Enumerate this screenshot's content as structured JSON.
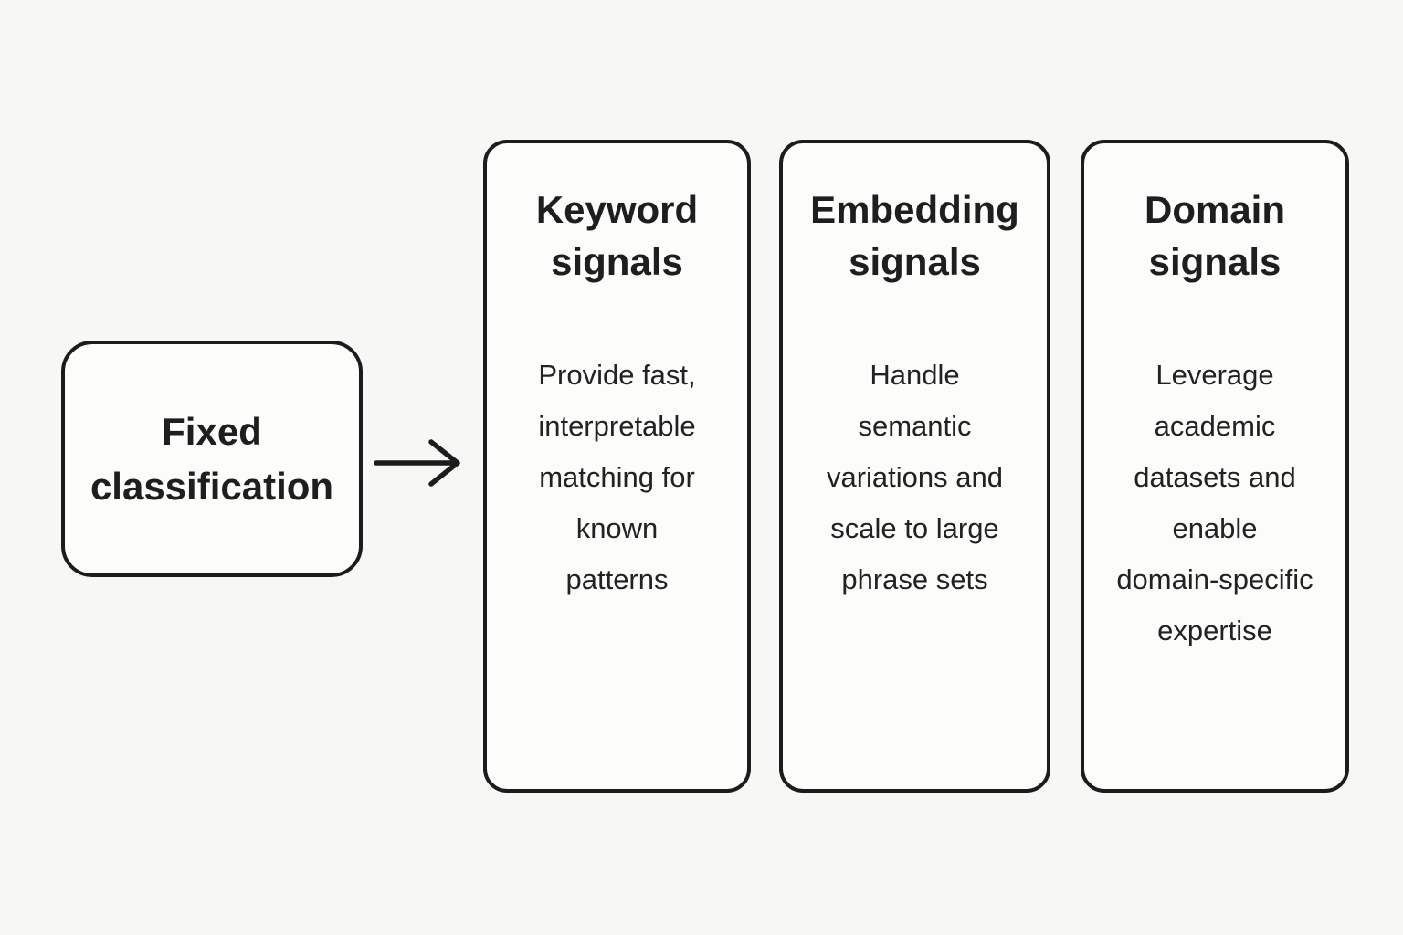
{
  "diagram": {
    "source": {
      "label": [
        "Fixed",
        "classification"
      ]
    },
    "arrow": "right-arrow",
    "cards": [
      {
        "title": [
          "Keyword",
          "signals"
        ],
        "body": [
          "Provide fast,",
          "interpretable",
          "matching for",
          "known",
          "patterns"
        ]
      },
      {
        "title": [
          "Embedding",
          "signals"
        ],
        "body": [
          "Handle",
          "semantic",
          "variations and",
          "scale to large",
          "phrase sets"
        ]
      },
      {
        "title": [
          "Domain",
          "signals"
        ],
        "body": [
          "Leverage",
          "academic",
          "datasets and",
          "enable",
          "domain-specific",
          "expertise"
        ]
      }
    ],
    "colors": {
      "background": "#f7f7f5",
      "card_fill": "#fcfcfb",
      "border": "#1c1c1c",
      "text": "#1e1e1e"
    }
  }
}
